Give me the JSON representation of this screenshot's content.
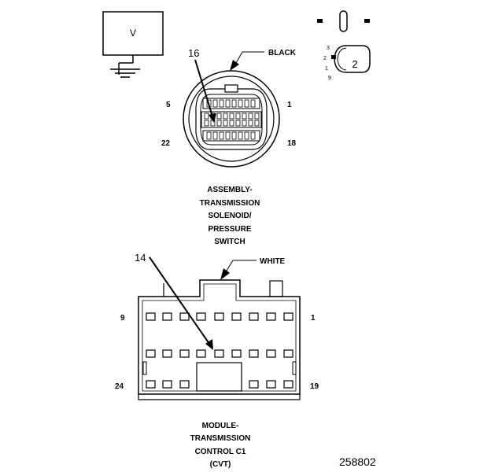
{
  "meter": {
    "label": "V"
  },
  "mode_indicator": {
    "number": "2",
    "pins": [
      "3",
      "2",
      "1",
      "9"
    ]
  },
  "connector_top": {
    "callout": "16",
    "color": "BLACK",
    "pin_labels": {
      "top_left": "5",
      "top_right": "1",
      "bottom_left": "22",
      "bottom_right": "18"
    },
    "name_lines": [
      "ASSEMBLY-",
      "TRANSMISSION",
      "SOLENOID/",
      "PRESSURE",
      "SWITCH"
    ]
  },
  "connector_bottom": {
    "callout": "14",
    "color": "WHITE",
    "pin_labels": {
      "top_left": "9",
      "top_right": "1",
      "bottom_left": "24",
      "bottom_right": "19"
    },
    "name_lines": [
      "MODULE-",
      "TRANSMISSION",
      "CONTROL C1",
      "(CVT)"
    ]
  },
  "figure_number": "258802"
}
